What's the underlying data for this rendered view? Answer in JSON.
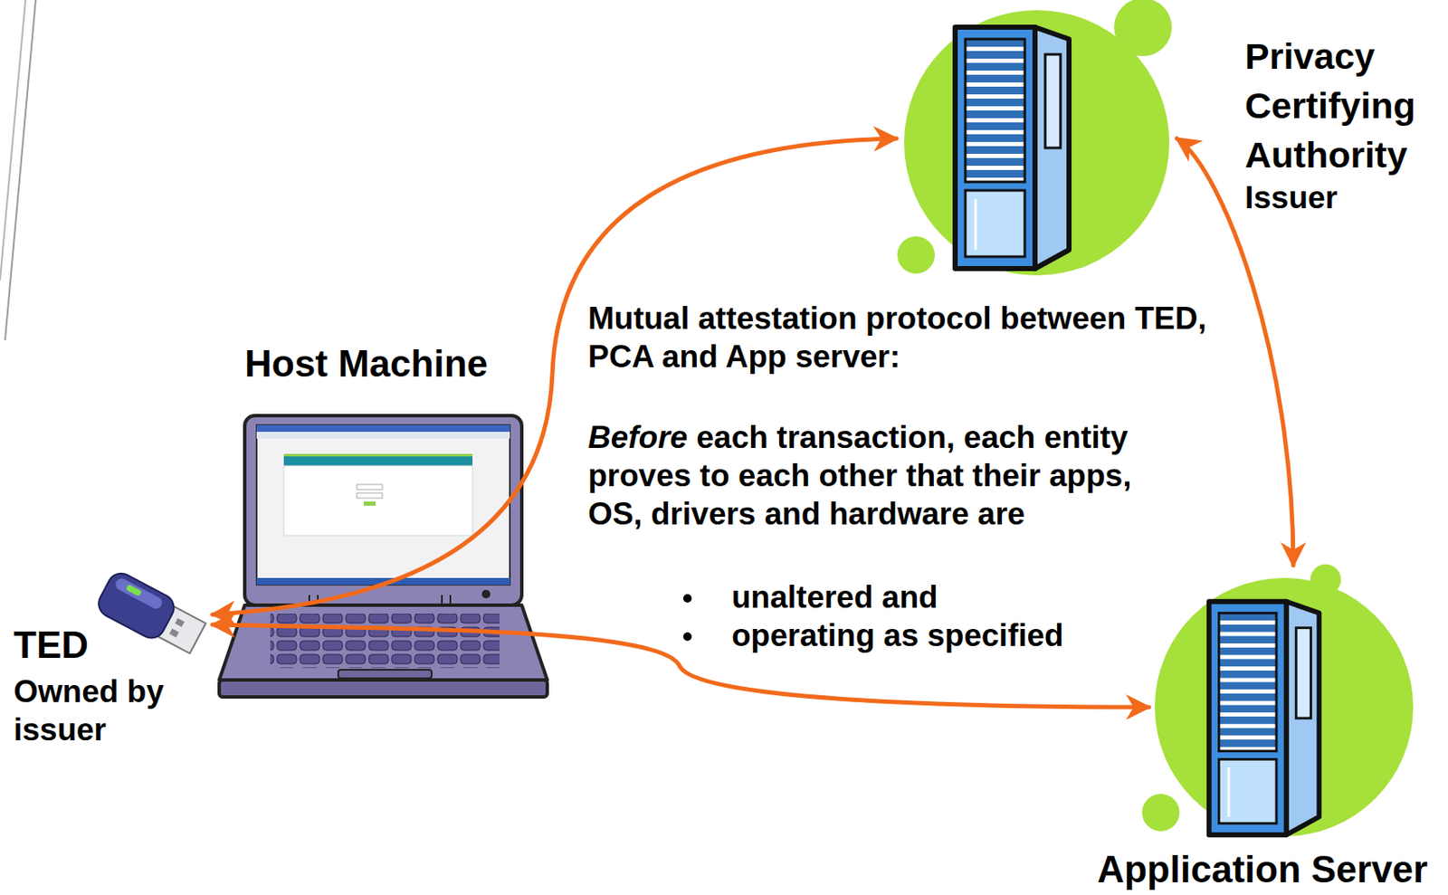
{
  "diagram": {
    "nodes": [
      {
        "text": [
          "TED",
          "Owned by issuer"
        ]
      },
      {
        "text": [
          "Host Machine"
        ]
      },
      {
        "text": [
          "Privacy Certifying Authority",
          "Issuer"
        ]
      },
      {
        "text": [
          "Application Server"
        ]
      }
    ],
    "edges": [
      {
        "from": 0,
        "to": 2,
        "arrow": "both"
      },
      {
        "from": 0,
        "to": 3,
        "arrow": "both"
      },
      {
        "from": 2,
        "to": 3,
        "arrow": "both"
      }
    ],
    "labels": [
      "Mutual attestation protocol between TED, PCA and App server:",
      "Before each transaction, each entity proves to each other that their apps, OS, drivers and hardware are",
      "unaltered and",
      "operating as specified"
    ]
  }
}
